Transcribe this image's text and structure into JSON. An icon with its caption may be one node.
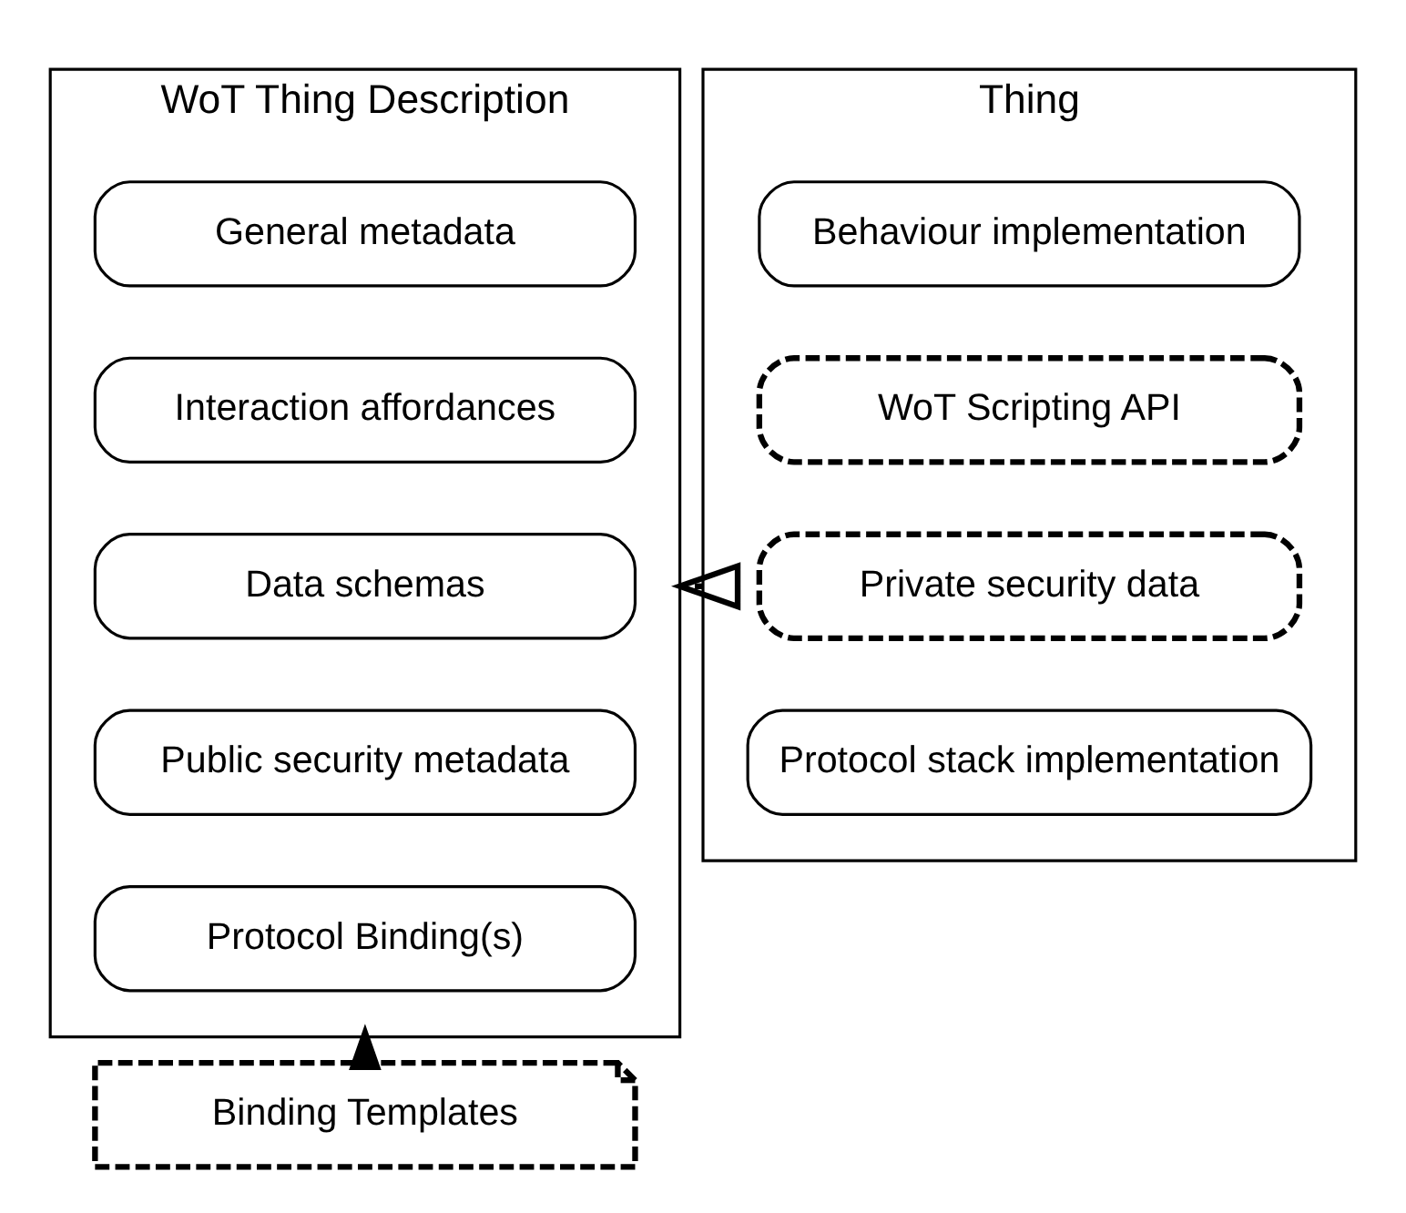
{
  "diagram": {
    "nodes": [
      {
        "text": [
          "WoT Thing Description"
        ]
      },
      {
        "text": [
          "General metadata"
        ],
        "in": 0
      },
      {
        "text": [
          "Interaction affordances"
        ],
        "in": 0
      },
      {
        "text": [
          "Data schemas"
        ],
        "in": 0
      },
      {
        "text": [
          "Public security metadata"
        ],
        "in": 0
      },
      {
        "text": [
          "Protocol Binding(s)"
        ],
        "in": 0
      },
      {
        "text": [
          "Thing"
        ]
      },
      {
        "text": [
          "Behaviour implementation"
        ],
        "in": 6
      },
      {
        "text": [
          "WoT Scripting API"
        ],
        "in": 6
      },
      {
        "text": [
          "Private security data"
        ],
        "in": 6
      },
      {
        "text": [
          "Protocol stack implementation"
        ],
        "in": 6
      },
      {
        "text": [
          "Binding Templates"
        ]
      }
    ],
    "edges": [
      {
        "from": 6,
        "to": 0,
        "arrow": "to"
      },
      {
        "from": 11,
        "to": 0,
        "arrow": "to",
        "style": "thick"
      }
    ]
  }
}
